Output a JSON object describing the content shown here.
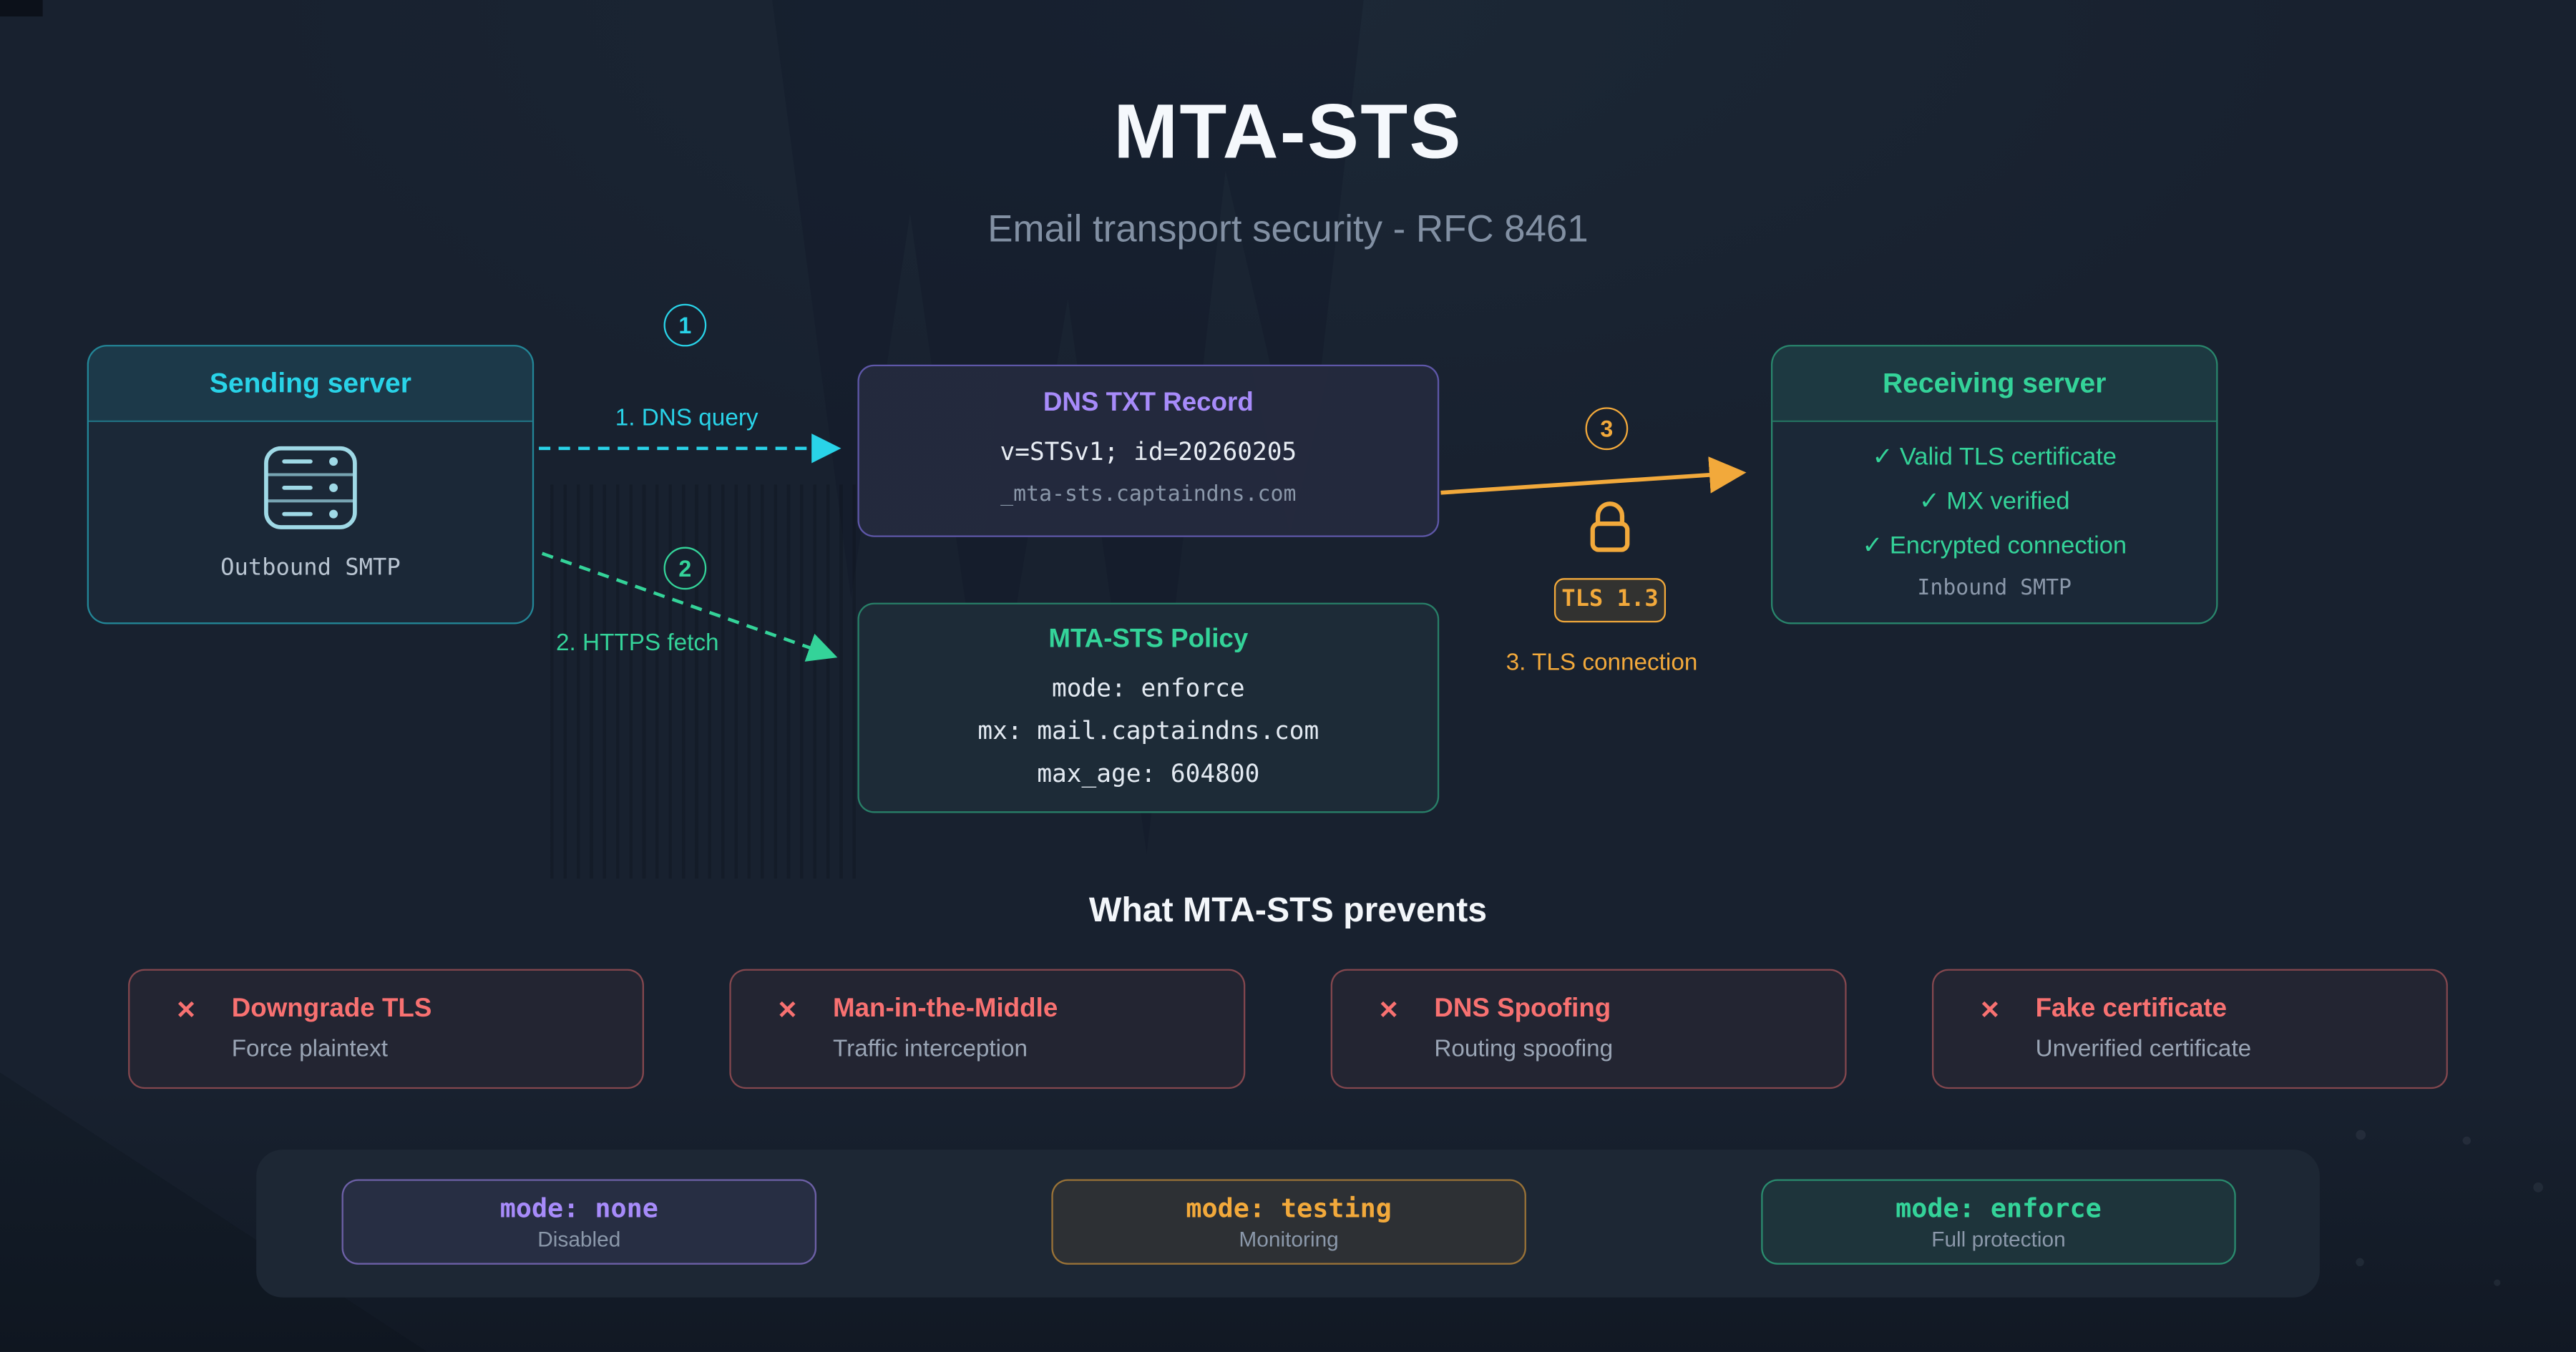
{
  "header": {
    "title": "MTA-STS",
    "subtitle": "Email transport security - RFC 8461"
  },
  "colors": {
    "cyan": "#29d3e8",
    "purple": "#a78bfa",
    "green": "#34d399",
    "orange": "#f2a93b",
    "red": "#f87171"
  },
  "diagram": {
    "sending_server": {
      "title": "Sending server",
      "caption": "Outbound SMTP"
    },
    "dns_record": {
      "title": "DNS TXT Record",
      "value": "v=STSv1; id=20260205",
      "host": "_mta-sts.captaindns.com"
    },
    "policy": {
      "title": "MTA-STS Policy",
      "lines": [
        "mode: enforce",
        "mx: mail.captaindns.com",
        "max_age: 604800"
      ]
    },
    "receiving_server": {
      "title": "Receiving server",
      "checks": [
        "✓ Valid TLS certificate",
        "✓ MX verified",
        "✓ Encrypted connection"
      ],
      "caption": "Inbound SMTP"
    },
    "steps": {
      "one": {
        "badge": "1",
        "label": "1. DNS query"
      },
      "two": {
        "badge": "2",
        "label": "2. HTTPS fetch"
      },
      "three": {
        "badge": "3",
        "tls_badge": "TLS 1.3",
        "label": "3. TLS connection"
      }
    }
  },
  "prevents": {
    "heading": "What MTA-STS prevents",
    "items": [
      {
        "icon": "✕",
        "title": "Downgrade TLS",
        "subtitle": "Force plaintext"
      },
      {
        "icon": "✕",
        "title": "Man-in-the-Middle",
        "subtitle": "Traffic interception"
      },
      {
        "icon": "✕",
        "title": "DNS Spoofing",
        "subtitle": "Routing spoofing"
      },
      {
        "icon": "✕",
        "title": "Fake certificate",
        "subtitle": "Unverified certificate"
      }
    ]
  },
  "modes": {
    "items": [
      {
        "label": "mode: none",
        "subtitle": "Disabled"
      },
      {
        "label": "mode: testing",
        "subtitle": "Monitoring"
      },
      {
        "label": "mode: enforce",
        "subtitle": "Full protection"
      }
    ]
  }
}
